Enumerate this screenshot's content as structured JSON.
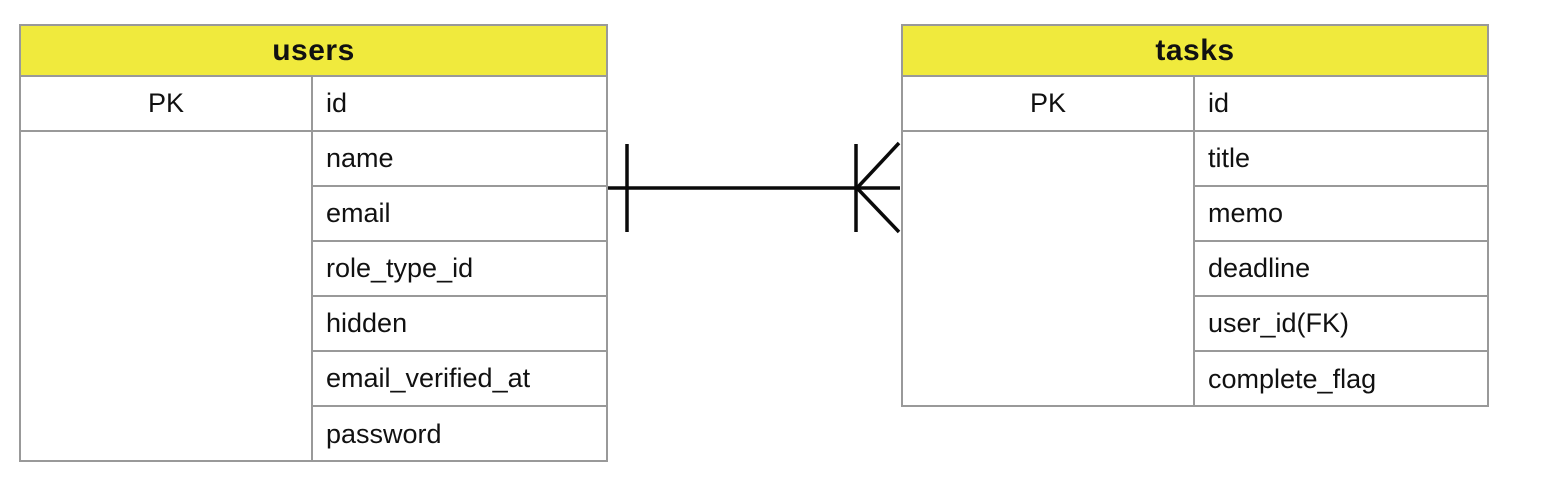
{
  "diagram": {
    "type": "entity-relationship",
    "colors": {
      "header_bg": "#F0EA3D",
      "border": "#999999",
      "line": "#0a0a0a",
      "text": "#111111"
    },
    "entities": [
      {
        "title": "users",
        "pk_label": "PK",
        "pk_field": "id",
        "fields": [
          "name",
          "email",
          "role_type_id",
          "hidden",
          "email_verified_at",
          "password"
        ]
      },
      {
        "title": "tasks",
        "pk_label": "PK",
        "pk_field": "id",
        "fields": [
          "title",
          "memo",
          "deadline",
          "user_id(FK)",
          "complete_flag"
        ]
      }
    ],
    "relationship": {
      "source_entity": "users",
      "target_entity": "tasks",
      "source_cardinality": "one",
      "target_cardinality": "many",
      "notation": "crow-foot"
    }
  }
}
